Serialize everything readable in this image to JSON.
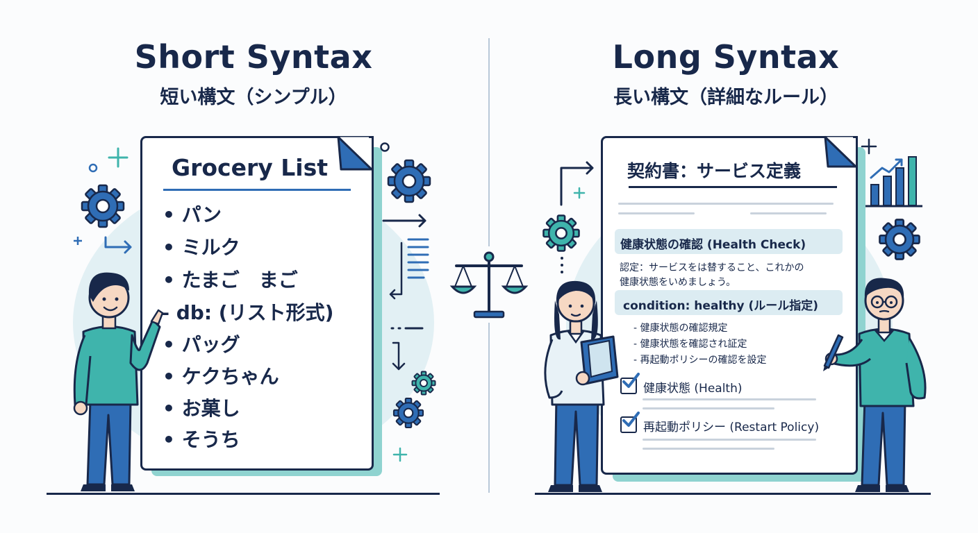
{
  "left": {
    "title": "Short Syntax",
    "subtitle": "短い構文（シンプル）",
    "document": {
      "heading": "Grocery List",
      "items": [
        "• パン",
        "• ミルク",
        "• たまご　まご",
        "– db: (リスト形式)",
        "• パッグ",
        "• ケクちゃん",
        "• お菓し",
        "• そうち"
      ]
    }
  },
  "right": {
    "title": "Long Syntax",
    "subtitle": "長い構文（詳細なルール）",
    "document": {
      "heading": "契約書：サービス定義",
      "section1": "健康状態の確認 (Health Check)",
      "desc_line1": "認定：サービスをは替すること、これかの",
      "desc_line2": "健康状態をいめましょう。",
      "section2": "condition: healthy (ルール指定)",
      "bullets": [
        "- 健康状態の確認規定",
        "- 健康状態を確認され証定",
        "- 再起動ポリシーの確認を設定"
      ],
      "check1": "健康状態 (Health)",
      "check2": "再起動ポリシー (Restart Policy)"
    }
  },
  "colors": {
    "navy": "#18284a",
    "blue": "#2f6db5",
    "teal": "#3fb4ac",
    "light": "#e2f0f4"
  },
  "icons": [
    "gear-icon",
    "arrow-icon",
    "sparkle-icon",
    "scale-icon",
    "bar-chart-icon",
    "checkbox-icon",
    "pen-icon",
    "clipboard-icon"
  ]
}
